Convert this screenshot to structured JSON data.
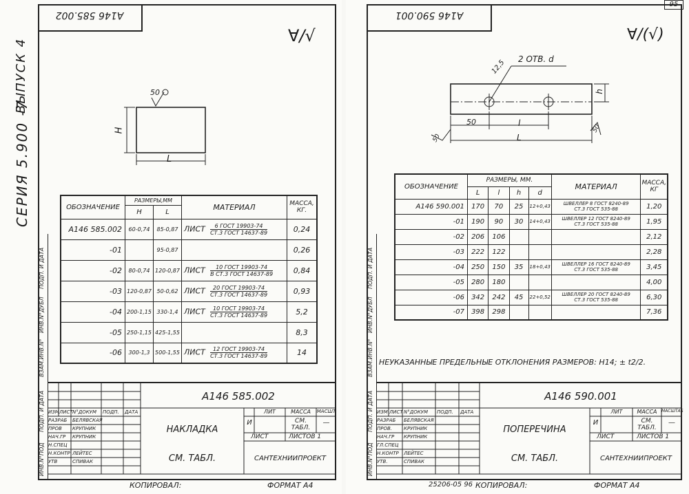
{
  "page_number": "95",
  "left": {
    "series_vertical": "СЕРИЯ 5.900 -7",
    "issue_vertical": "ВЫПУСК 4",
    "stamp_top": "А146 585.002",
    "roughness_mark": "∀/√",
    "roughness_value": "50",
    "dim_h": "H",
    "dim_l": "L",
    "table": {
      "head_designation": "ОБОЗНАЧЕНИЕ",
      "head_sizes": "РАЗМЕРЫ,ММ",
      "head_h": "H",
      "head_l": "L",
      "head_material": "МАТЕРИАЛ",
      "head_mass": "МАССА, КГ.",
      "rows": [
        {
          "designation": "А146 585.002",
          "h": "60-0,74",
          "l": "85-0,87",
          "mat_type": "ЛИСТ",
          "mat_top": "6 ГОСТ 19903-74",
          "mat_bottom": "СТ.3 ГОСТ 14637-89",
          "mass": "0,24"
        },
        {
          "designation": "-01",
          "h": "",
          "l": "95-0,87",
          "mat_type": "",
          "mat_top": "",
          "mat_bottom": "",
          "mass": "0,26"
        },
        {
          "designation": "-02",
          "h": "80-0,74",
          "l": "120-0,87",
          "mat_type": "ЛИСТ",
          "mat_top": "10 ГОСТ 19903-74",
          "mat_bottom": "В СТ.3 ГОСТ 14637-89",
          "mass": "0,84"
        },
        {
          "designation": "-03",
          "h": "120-0,87",
          "l": "50-0,62",
          "mat_type": "ЛИСТ",
          "mat_top": "20 ГОСТ 19903-74",
          "mat_bottom": "СТ.3 ГОСТ 14637-89",
          "mass": "0,93"
        },
        {
          "designation": "-04",
          "h": "200-1,15",
          "l": "330-1,4",
          "mat_type": "ЛИСТ",
          "mat_top": "10 ГОСТ 19903-74",
          "mat_bottom": "СТ.3 ГОСТ 14637-89",
          "mass": "5,2"
        },
        {
          "designation": "-05",
          "h": "250-1,15",
          "l": "425-1,55",
          "mat_type": "",
          "mat_top": "",
          "mat_bottom": "",
          "mass": "8,3"
        },
        {
          "designation": "-06",
          "h": "300-1,3",
          "l": "500-1,55",
          "mat_type": "ЛИСТ",
          "mat_top": "12 ГОСТ 19903-74",
          "mat_bottom": "СТ.3 ГОСТ 14637-89",
          "mass": "14"
        }
      ]
    },
    "side_labels": [
      "ИНВ.N°ПОД",
      "ПОДП. И ДАТА",
      "ВЗАМ.ИНВ.N°",
      "ИНВ.N°ДУБЛ",
      "ПОДП. И ДАТА"
    ],
    "titleblock": {
      "doc_number": "А146 585.002",
      "name": "НАКЛАДКА",
      "material": "СМ. ТАБЛ.",
      "org": "САНТЕХНИИПРОЕКТ",
      "lit_head": "ЛИТ",
      "mass_head": "МАССА",
      "scale_head": "МАСШТ",
      "lit_value": "И",
      "mass_value": "СМ. ТАБЛ.",
      "scale_value": "—",
      "sheet_label": "ЛИСТ",
      "sheets_label": "ЛИСТОВ 1",
      "col_heads": [
        "ИЗМ",
        "ЛИСТ",
        "N°ДОКУМ",
        "ПОДП.",
        "ДАТА"
      ],
      "roles": [
        "РАЗРАБ",
        "ПРОВ",
        "НАЧ.ГР",
        "Н.СПЕЦ",
        "Н.КОНТР",
        "УТВ"
      ],
      "people": [
        "БЕЛЯВСКАЯ",
        "КРУПНИК",
        "КРУПНИК",
        "",
        "ЛЕЙТЕС",
        "СПИВАК"
      ],
      "copied": "КОПИРОВАЛ:",
      "format": "ФОРМАТ А4"
    }
  },
  "right": {
    "stamp_top": "А146 590.001",
    "roughness_mark": "∀/(√)",
    "hole_label": "2 ОТВ. d",
    "roughness_small": "12,5",
    "dim_50": "50",
    "dim_l_small": "l",
    "dim_L": "L",
    "dim_h": "h",
    "rough_left": "50",
    "rough_right": "50",
    "table": {
      "head_designation": "ОБОЗНАЧЕНИЕ",
      "head_sizes": "РАЗМЕРЫ, ММ.",
      "head_L": "L",
      "head_l": "l",
      "head_h": "h",
      "head_d": "d",
      "head_material": "МАТЕРИАЛ",
      "head_mass": "МАССА, КГ",
      "rows": [
        {
          "designation": "А146 590.001",
          "L": "170",
          "l": "70",
          "h": "25",
          "d": "12+0,43",
          "mat_top": "ШВЕЛЛЕР 8 ГОСТ 8240-89",
          "mat_bottom": "СТ.3 ГОСТ 535-88",
          "mass": "1,20"
        },
        {
          "designation": "-01",
          "L": "190",
          "l": "90",
          "h": "30",
          "d": "14+0,43",
          "mat_top": "ШВЕЛЛЕР 12 ГОСТ 8240-89",
          "mat_bottom": "СТ.3 ГОСТ 535-88",
          "mass": "1,95"
        },
        {
          "designation": "-02",
          "L": "206",
          "l": "106",
          "h": "",
          "d": "",
          "mat_top": "",
          "mat_bottom": "",
          "mass": "2,12"
        },
        {
          "designation": "-03",
          "L": "222",
          "l": "122",
          "h": "",
          "d": "",
          "mat_top": "",
          "mat_bottom": "",
          "mass": "2,28"
        },
        {
          "designation": "-04",
          "L": "250",
          "l": "150",
          "h": "35",
          "d": "18+0,43",
          "mat_top": "ШВЕЛЛЕР 16 ГОСТ 8240-89",
          "mat_bottom": "СТ.3 ГОСТ 535-88",
          "mass": "3,45"
        },
        {
          "designation": "-05",
          "L": "280",
          "l": "180",
          "h": "",
          "d": "",
          "mat_top": "",
          "mat_bottom": "",
          "mass": "4,00"
        },
        {
          "designation": "-06",
          "L": "342",
          "l": "242",
          "h": "45",
          "d": "22+0,52",
          "mat_top": "ШВЕЛЛЕР 20 ГОСТ 8240-89",
          "mat_bottom": "СТ.3 ГОСТ 535-88",
          "mass": "6,30"
        },
        {
          "designation": "-07",
          "L": "398",
          "l": "298",
          "h": "",
          "d": "",
          "mat_top": "",
          "mat_bottom": "",
          "mass": "7,36"
        }
      ]
    },
    "note": "НЕУКАЗАННЫЕ ПРЕДЕЛЬНЫЕ ОТКЛОНЕНИЯ РАЗМЕРОВ: Н14; ± t2/2.",
    "side_labels": [
      "ИНВ.N°ПОД",
      "ПОДП. И ДАТА",
      "ВЗАМ.ИНВ.N°",
      "ИНВ.N°ДУБЛ",
      "ПОДП. И ДАТА"
    ],
    "titleblock": {
      "doc_number": "А146 590.001",
      "name": "ПОПЕРЕЧИНА",
      "material": "СМ. ТАБЛ.",
      "org": "САНТЕХНИИПРОЕКТ",
      "lit_head": "ЛИТ",
      "mass_head": "МАССА",
      "scale_head": "МАСШТАБ",
      "lit_value": "И",
      "mass_value": "СМ. ТАБЛ.",
      "scale_value": "—",
      "sheet_label": "ЛИСТ",
      "sheets_label": "ЛИСТОВ 1",
      "col_heads": [
        "ИЗМ",
        "ЛИСТ",
        "N°ДОКУМ",
        "ПОДП.",
        "ДАТА"
      ],
      "roles": [
        "РАЗРАБ",
        "ПРОВ.",
        "НАЧ.ГР",
        "ГЛ.СПЕЦ",
        "Н.КОНТР",
        "УТВ."
      ],
      "people": [
        "БЕЛЯВСКАЯ",
        "КРУПНИК",
        "КРУПНИК",
        "",
        "ЛЕЙТЕС",
        "СПИВАК"
      ],
      "copied_code": "25206-05 96",
      "copied": "КОПИРОВАЛ:",
      "format": "ФОРМАТ А4"
    }
  }
}
